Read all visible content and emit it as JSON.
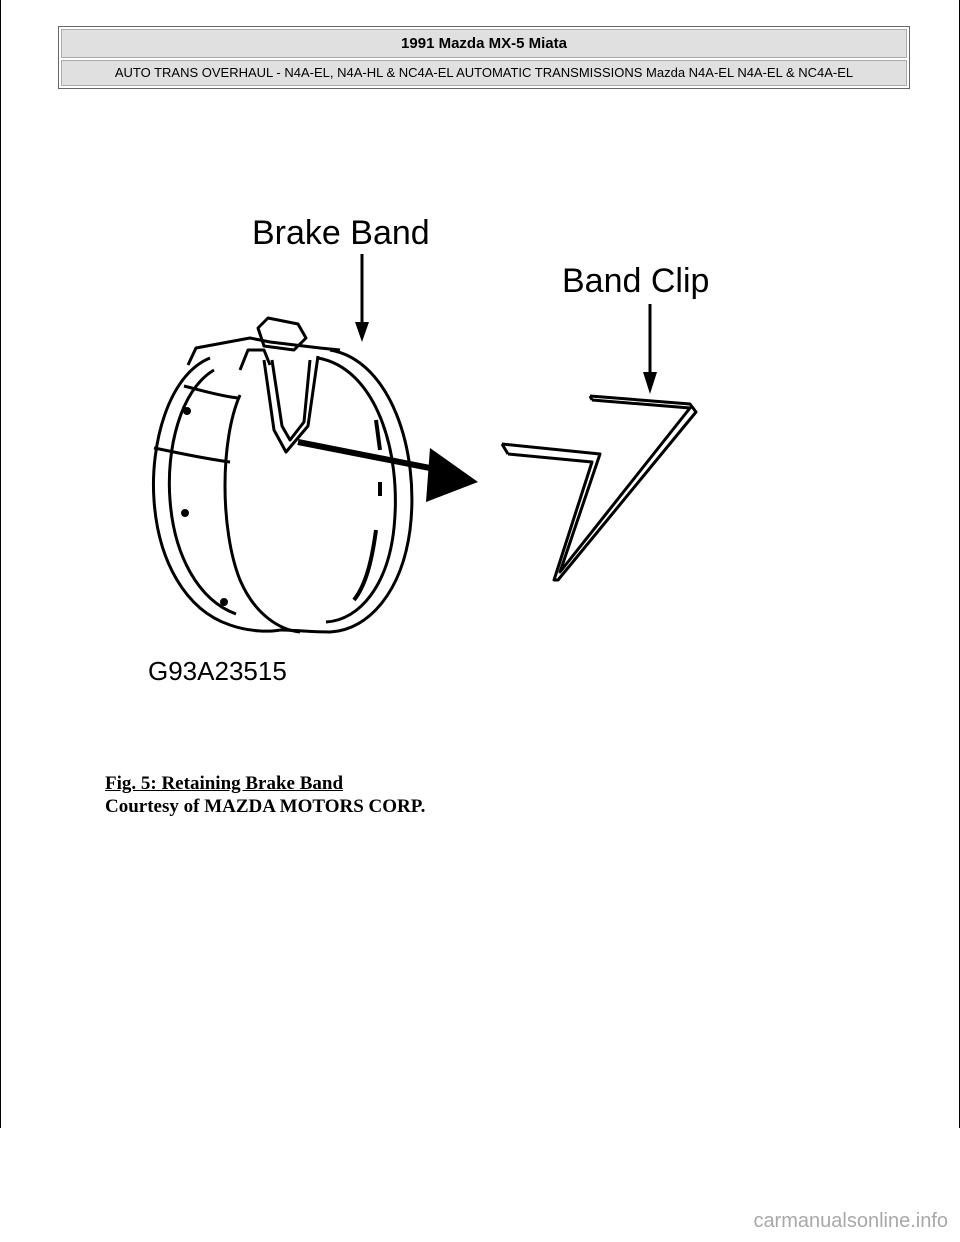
{
  "header": {
    "title": "1991 Mazda MX-5 Miata",
    "subtitle": "AUTO TRANS OVERHAUL - N4A-EL, N4A-HL & NC4A-EL AUTOMATIC TRANSMISSIONS Mazda N4A-EL N4A-EL & NC4A-EL"
  },
  "figure": {
    "label_brake_band": "Brake Band",
    "label_band_clip": "Band Clip",
    "code": "G93A23515"
  },
  "caption": {
    "title": "Fig. 5: Retaining Brake Band",
    "credit": "Courtesy of MAZDA MOTORS CORP."
  },
  "watermark": "carmanualsonline.info"
}
